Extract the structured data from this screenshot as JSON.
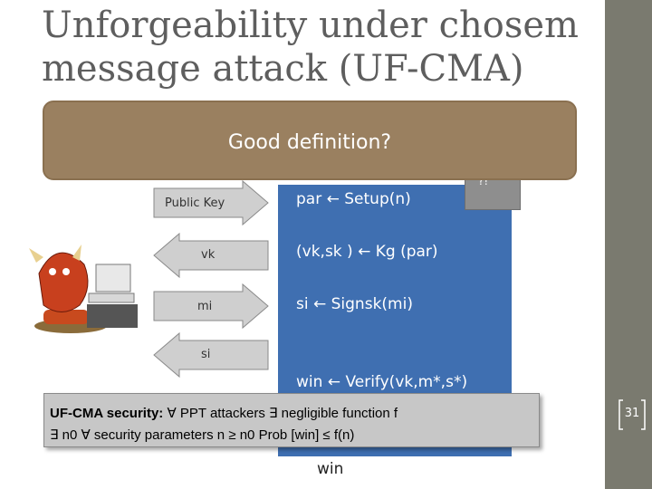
{
  "slide": {
    "title": "Unforgeability under chosem\nmessage attack (UF-CMA)",
    "overlay_box": "Good definition?",
    "page_number": "31"
  },
  "protocol": {
    "messages": [
      {
        "label": "Public Key",
        "direction": "right"
      },
      {
        "label": "vk",
        "direction": "left"
      },
      {
        "label": "mi",
        "direction": "right"
      },
      {
        "label": "si",
        "direction": "left"
      }
    ],
    "challenger_lines": [
      "par ← Setup(n)",
      "(vk,sk ) ←  Kg (par)",
      "si ← Signsk(mi)",
      "win ← Verify(vk,m*,s*)"
    ],
    "output_label": "win",
    "tab_symbol": "?!"
  },
  "definition": {
    "label": "UF-CMA security:",
    "line1": "∀ PPT attackers      ∃ negligible function f",
    "line2": "∃ n0 ∀ security parameters n ≥ n0  Prob [win] ≤ f(n)"
  },
  "colors": {
    "panel": "#3f6fb1",
    "overlay": "#9a8060",
    "sidebar": "#7a7a6f",
    "info_box": "#c7c7c7"
  }
}
